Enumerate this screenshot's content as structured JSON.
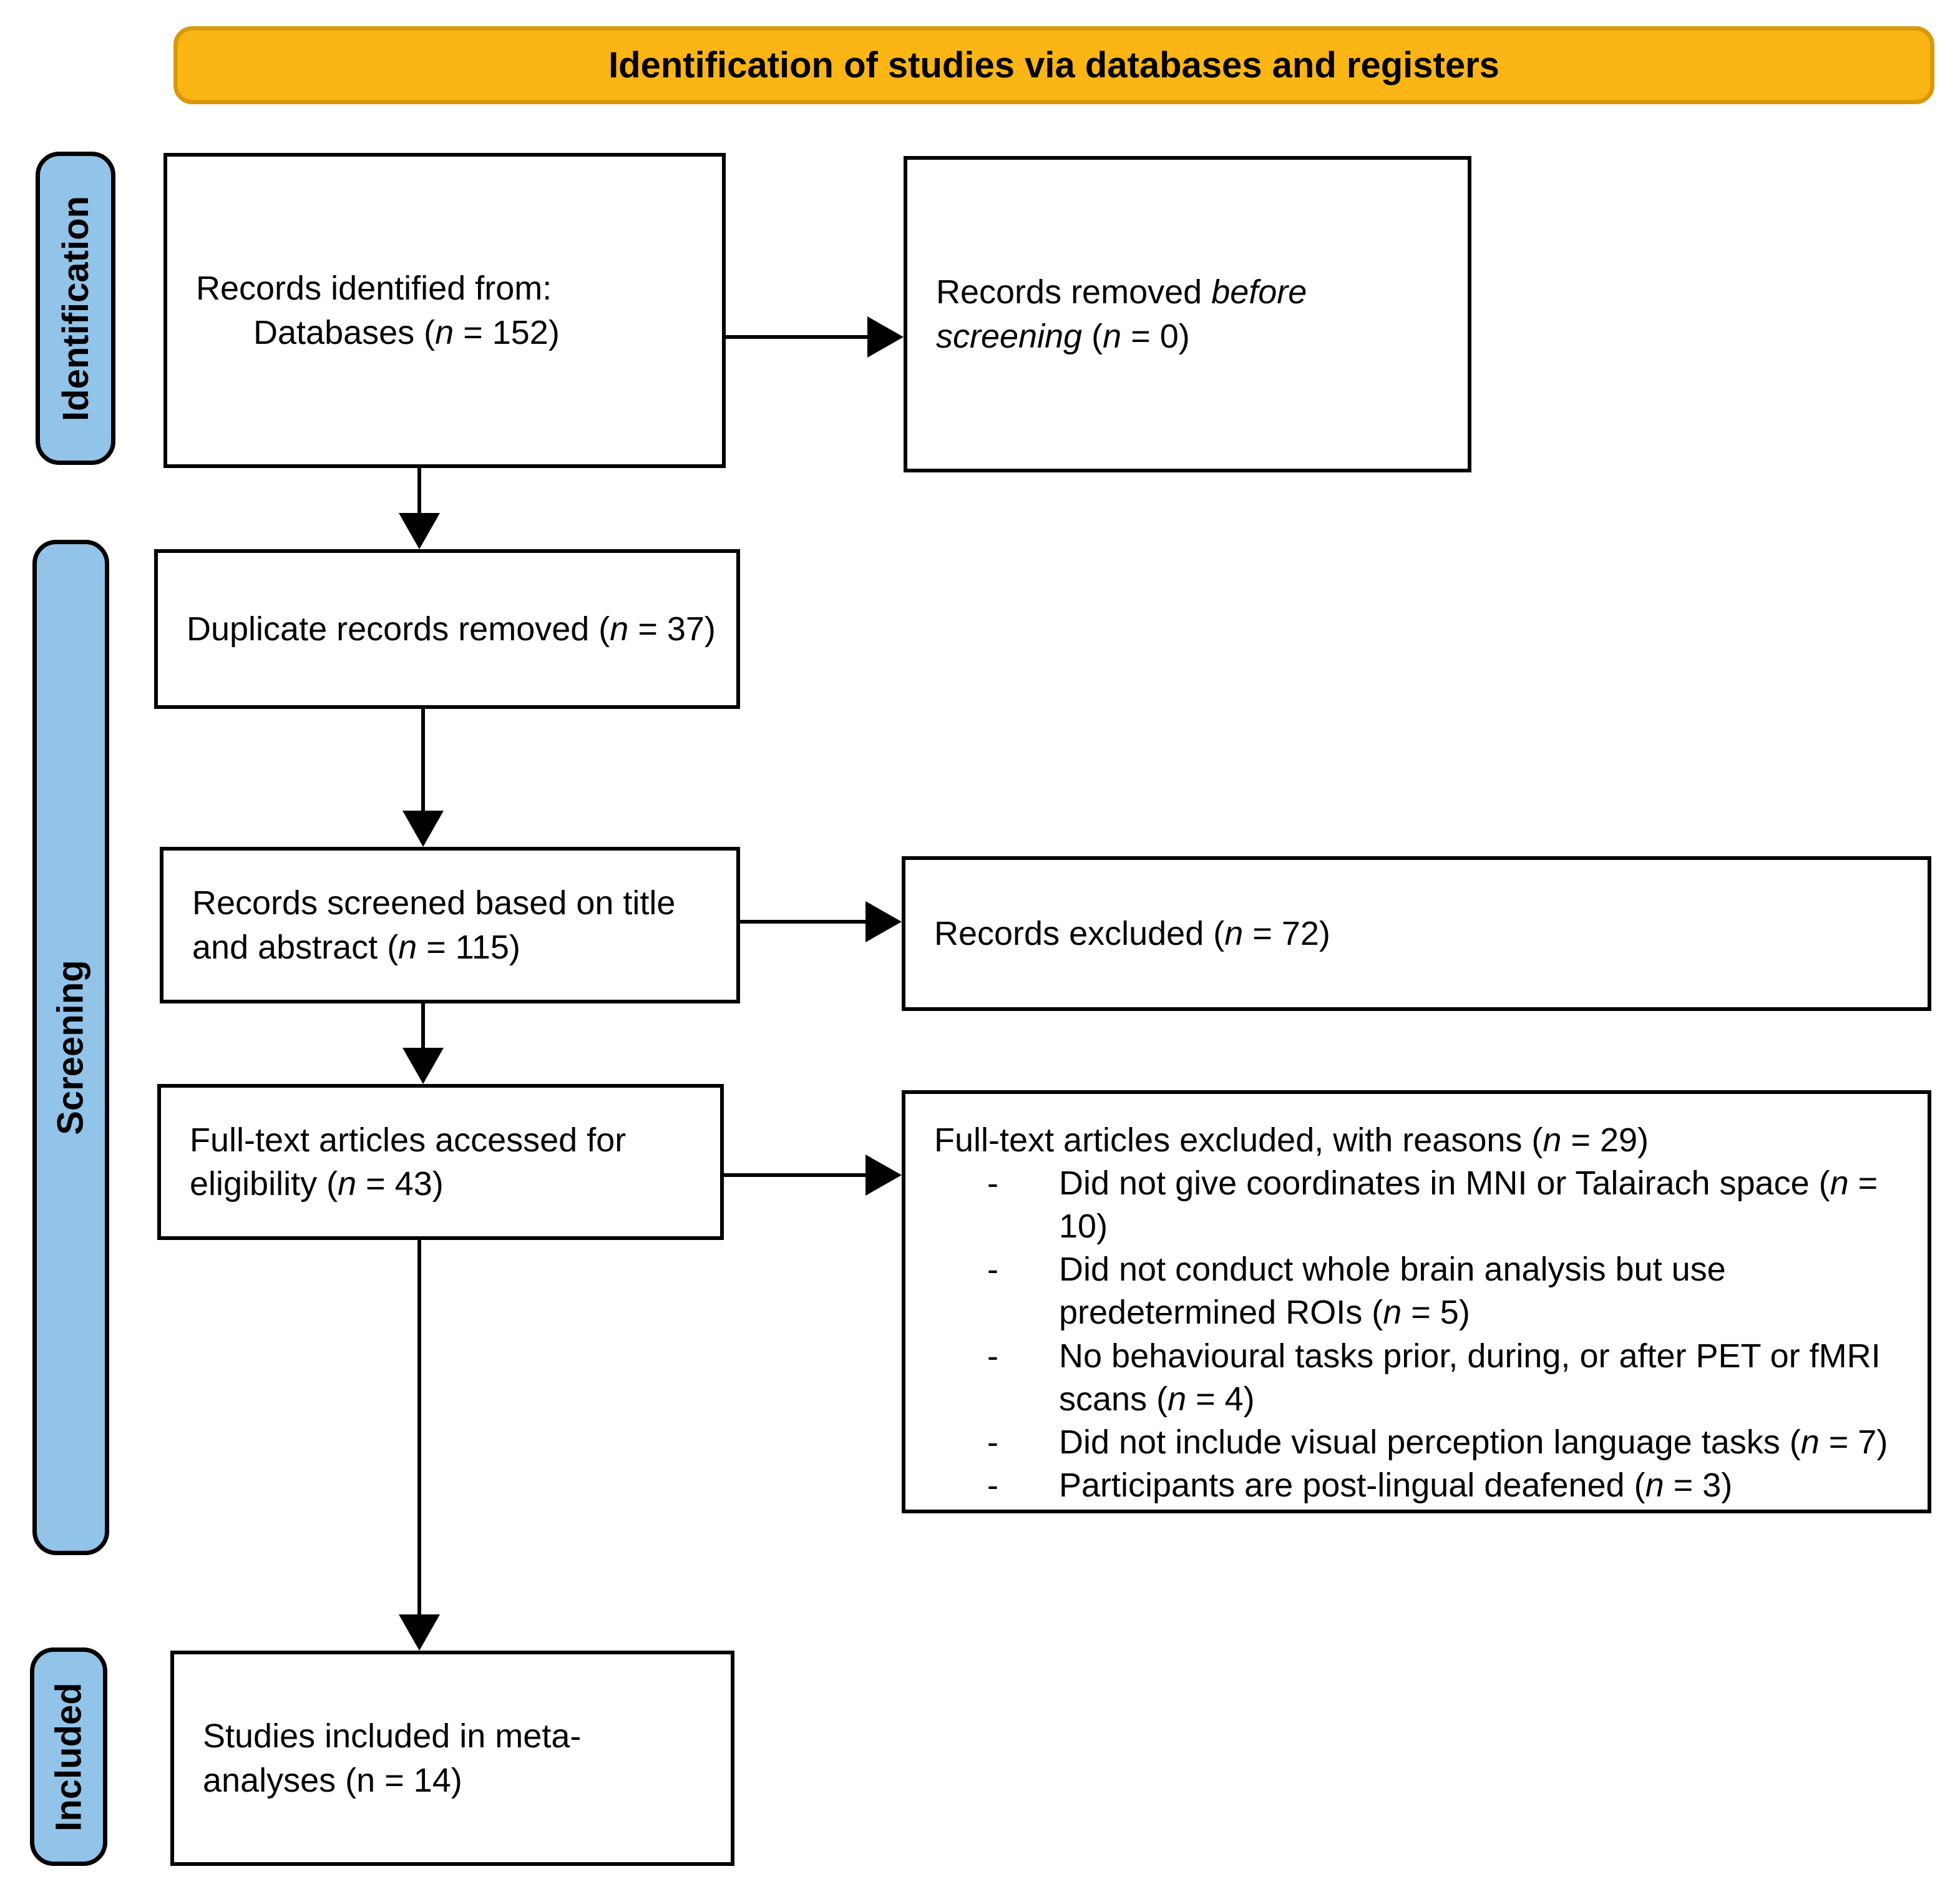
{
  "colors": {
    "banner_fill": "#FBB515",
    "banner_border": "#D9990B",
    "stage_fill": "#92C3E8",
    "stage_border": "#000000",
    "box_fill": "#FFFFFF",
    "box_border": "#000000",
    "text": "#000000"
  },
  "banner": {
    "title": "Identification of studies via databases and registers"
  },
  "stages": {
    "identification": "Identification",
    "screening": "Screening",
    "included": "Included"
  },
  "bullet_marker": "-",
  "boxes": {
    "identified": {
      "lines": [
        {
          "segments": [
            {
              "t": "Records identified from:"
            }
          ]
        },
        {
          "indent": true,
          "segments": [
            {
              "t": "Databases ("
            },
            {
              "t": "n",
              "i": true
            },
            {
              "t": " = 152)"
            }
          ]
        }
      ]
    },
    "removed_before_screening": {
      "lines": [
        {
          "segments": [
            {
              "t": "Records removed "
            },
            {
              "t": "before",
              "i": true
            }
          ]
        },
        {
          "segments": [
            {
              "t": "screening",
              "i": true
            },
            {
              "t": " ("
            },
            {
              "t": "n",
              "i": true
            },
            {
              "t": " = 0)"
            }
          ]
        }
      ]
    },
    "duplicates_removed": {
      "lines": [
        {
          "segments": [
            {
              "t": "Duplicate records removed ("
            },
            {
              "t": "n",
              "i": true
            },
            {
              "t": " = 37)"
            }
          ]
        }
      ]
    },
    "screened": {
      "lines": [
        {
          "segments": [
            {
              "t": "Records screened based on title"
            }
          ]
        },
        {
          "segments": [
            {
              "t": "and abstract ("
            },
            {
              "t": "n",
              "i": true
            },
            {
              "t": " = 115)"
            }
          ]
        }
      ]
    },
    "records_excluded": {
      "lines": [
        {
          "segments": [
            {
              "t": "Records excluded ("
            },
            {
              "t": "n",
              "i": true
            },
            {
              "t": " = 72)"
            }
          ]
        }
      ]
    },
    "fulltext_accessed": {
      "lines": [
        {
          "segments": [
            {
              "t": "Full-text articles accessed for"
            }
          ]
        },
        {
          "segments": [
            {
              "t": "eligibility ("
            },
            {
              "t": "n",
              "i": true
            },
            {
              "t": " = 43)"
            }
          ]
        }
      ]
    },
    "fulltext_excluded": {
      "lines": [
        {
          "segments": [
            {
              "t": "Full-text articles excluded, with reasons ("
            },
            {
              "t": "n",
              "i": true
            },
            {
              "t": " = 29)"
            }
          ]
        },
        {
          "bullet": true,
          "segments": [
            {
              "t": "Did not give coordinates in MNI or Talairach space ("
            },
            {
              "t": "n",
              "i": true
            },
            {
              "t": " = 10)"
            }
          ]
        },
        {
          "bullet": true,
          "segments": [
            {
              "t": "Did not conduct whole brain analysis but use predetermined ROIs ("
            },
            {
              "t": "n",
              "i": true
            },
            {
              "t": " = 5)"
            }
          ]
        },
        {
          "bullet": true,
          "segments": [
            {
              "t": "No behavioural tasks prior, during, or after PET or fMRI scans ("
            },
            {
              "t": "n",
              "i": true
            },
            {
              "t": " = 4)"
            }
          ]
        },
        {
          "bullet": true,
          "segments": [
            {
              "t": "Did not include visual perception language tasks ("
            },
            {
              "t": "n",
              "i": true
            },
            {
              "t": " = 7)"
            }
          ]
        },
        {
          "bullet": true,
          "segments": [
            {
              "t": "Participants are post-lingual deafened ("
            },
            {
              "t": "n",
              "i": true
            },
            {
              "t": " = 3)"
            }
          ]
        }
      ]
    },
    "studies_included": {
      "lines": [
        {
          "segments": [
            {
              "t": "Studies included in meta-"
            }
          ]
        },
        {
          "segments": [
            {
              "t": "analyses (n = 14)"
            }
          ]
        }
      ]
    }
  }
}
